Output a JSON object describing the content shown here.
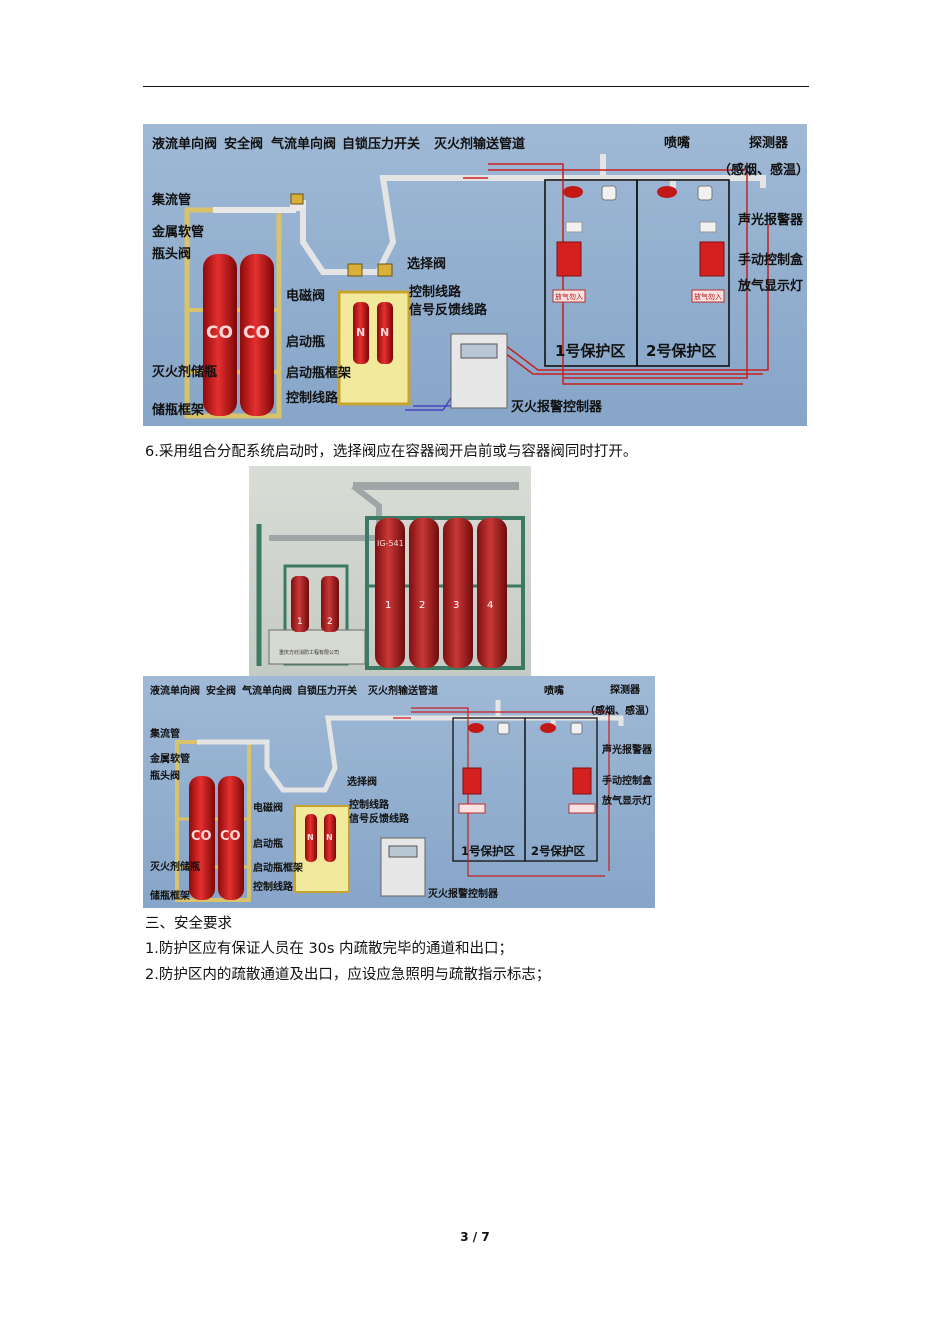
{
  "diagram_labels": {
    "liquid_check_valve": "液流单向阀",
    "safety_valve": "安全阀",
    "gas_check_valve": "气流单向阀",
    "pressure_switch": "自锁压力开关",
    "pipe": "灭火剂输送管道",
    "nozzle": "喷嘴",
    "detector": "探测器",
    "detector_note": "（感烟、感温）",
    "manifold": "集流管",
    "hose": "金属软管",
    "bottle_valve": "瓶头阀",
    "selector_valve": "选择阀",
    "solenoid_valve": "电磁阀",
    "control_line": "控制线路",
    "feedback_line": "信号反馈线路",
    "starter_bottle": "启动瓶",
    "agent_bottle": "灭火剂储瓶",
    "starter_frame": "启动瓶框架",
    "control_line2": "控制线路",
    "bottle_frame": "储瓶框架",
    "alarm": "声光报警器",
    "manual_box": "手动控制盒",
    "discharge_lamp": "放气显示灯",
    "zone1": "1号保护区",
    "zone2": "2号保护区",
    "controller": "灭火报警控制器",
    "co_mark": "CO",
    "n_mark": "N",
    "lamp_text": "放气勿入"
  },
  "photo_labels": {
    "cyl1": "1",
    "cyl2": "2",
    "cyl3": "3",
    "cyl4": "4",
    "small1": "1",
    "small2": "2",
    "cyl_code": "IG-541",
    "plate": "重庆方欣消防工程有限公司"
  },
  "text": {
    "item6": "6.采用组合分配系统启动时，选择阀应在容器阀开启前或与容器阀同时打开。",
    "section3": "三、安全要求",
    "req1": "1.防护区应有保证人员在 30s 内疏散完毕的通道和出口；",
    "req2": "2.防护区内的疏散通道及出口，应设应急照明与疏散指示标志；",
    "page": "3 / 7"
  }
}
